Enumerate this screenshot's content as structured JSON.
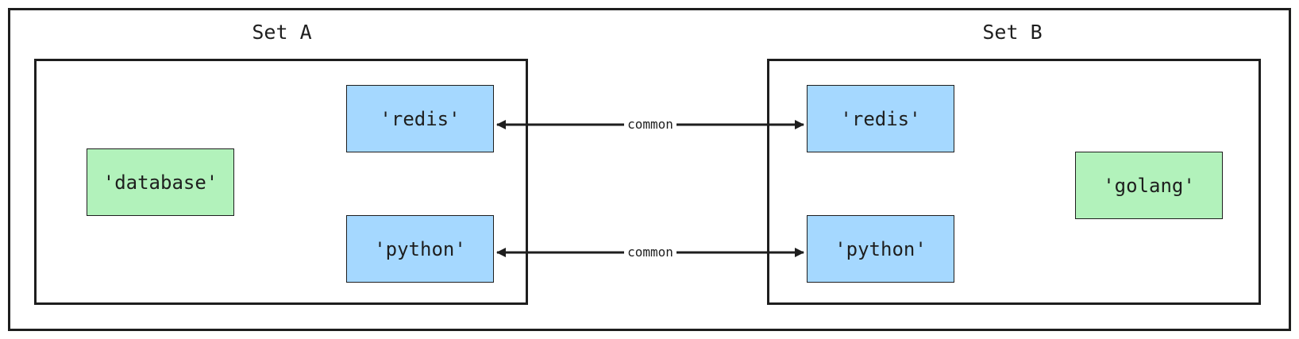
{
  "diagram": {
    "sets": [
      {
        "title": "Set A",
        "items": [
          {
            "label": "'redis'",
            "kind": "common"
          },
          {
            "label": "'database'",
            "kind": "unique"
          },
          {
            "label": "'python'",
            "kind": "common"
          }
        ]
      },
      {
        "title": "Set B",
        "items": [
          {
            "label": "'redis'",
            "kind": "common"
          },
          {
            "label": "'golang'",
            "kind": "unique"
          },
          {
            "label": "'python'",
            "kind": "common"
          }
        ]
      }
    ],
    "edges": [
      {
        "from": "Set A 'redis'",
        "to": "Set B 'redis'",
        "label": "common",
        "direction": "both"
      },
      {
        "from": "Set A 'python'",
        "to": "Set B 'python'",
        "label": "common",
        "direction": "both"
      }
    ],
    "colors": {
      "common_fill": "#a5d8ff",
      "unique_fill": "#b2f2bb",
      "stroke": "#1e1e1e"
    }
  }
}
